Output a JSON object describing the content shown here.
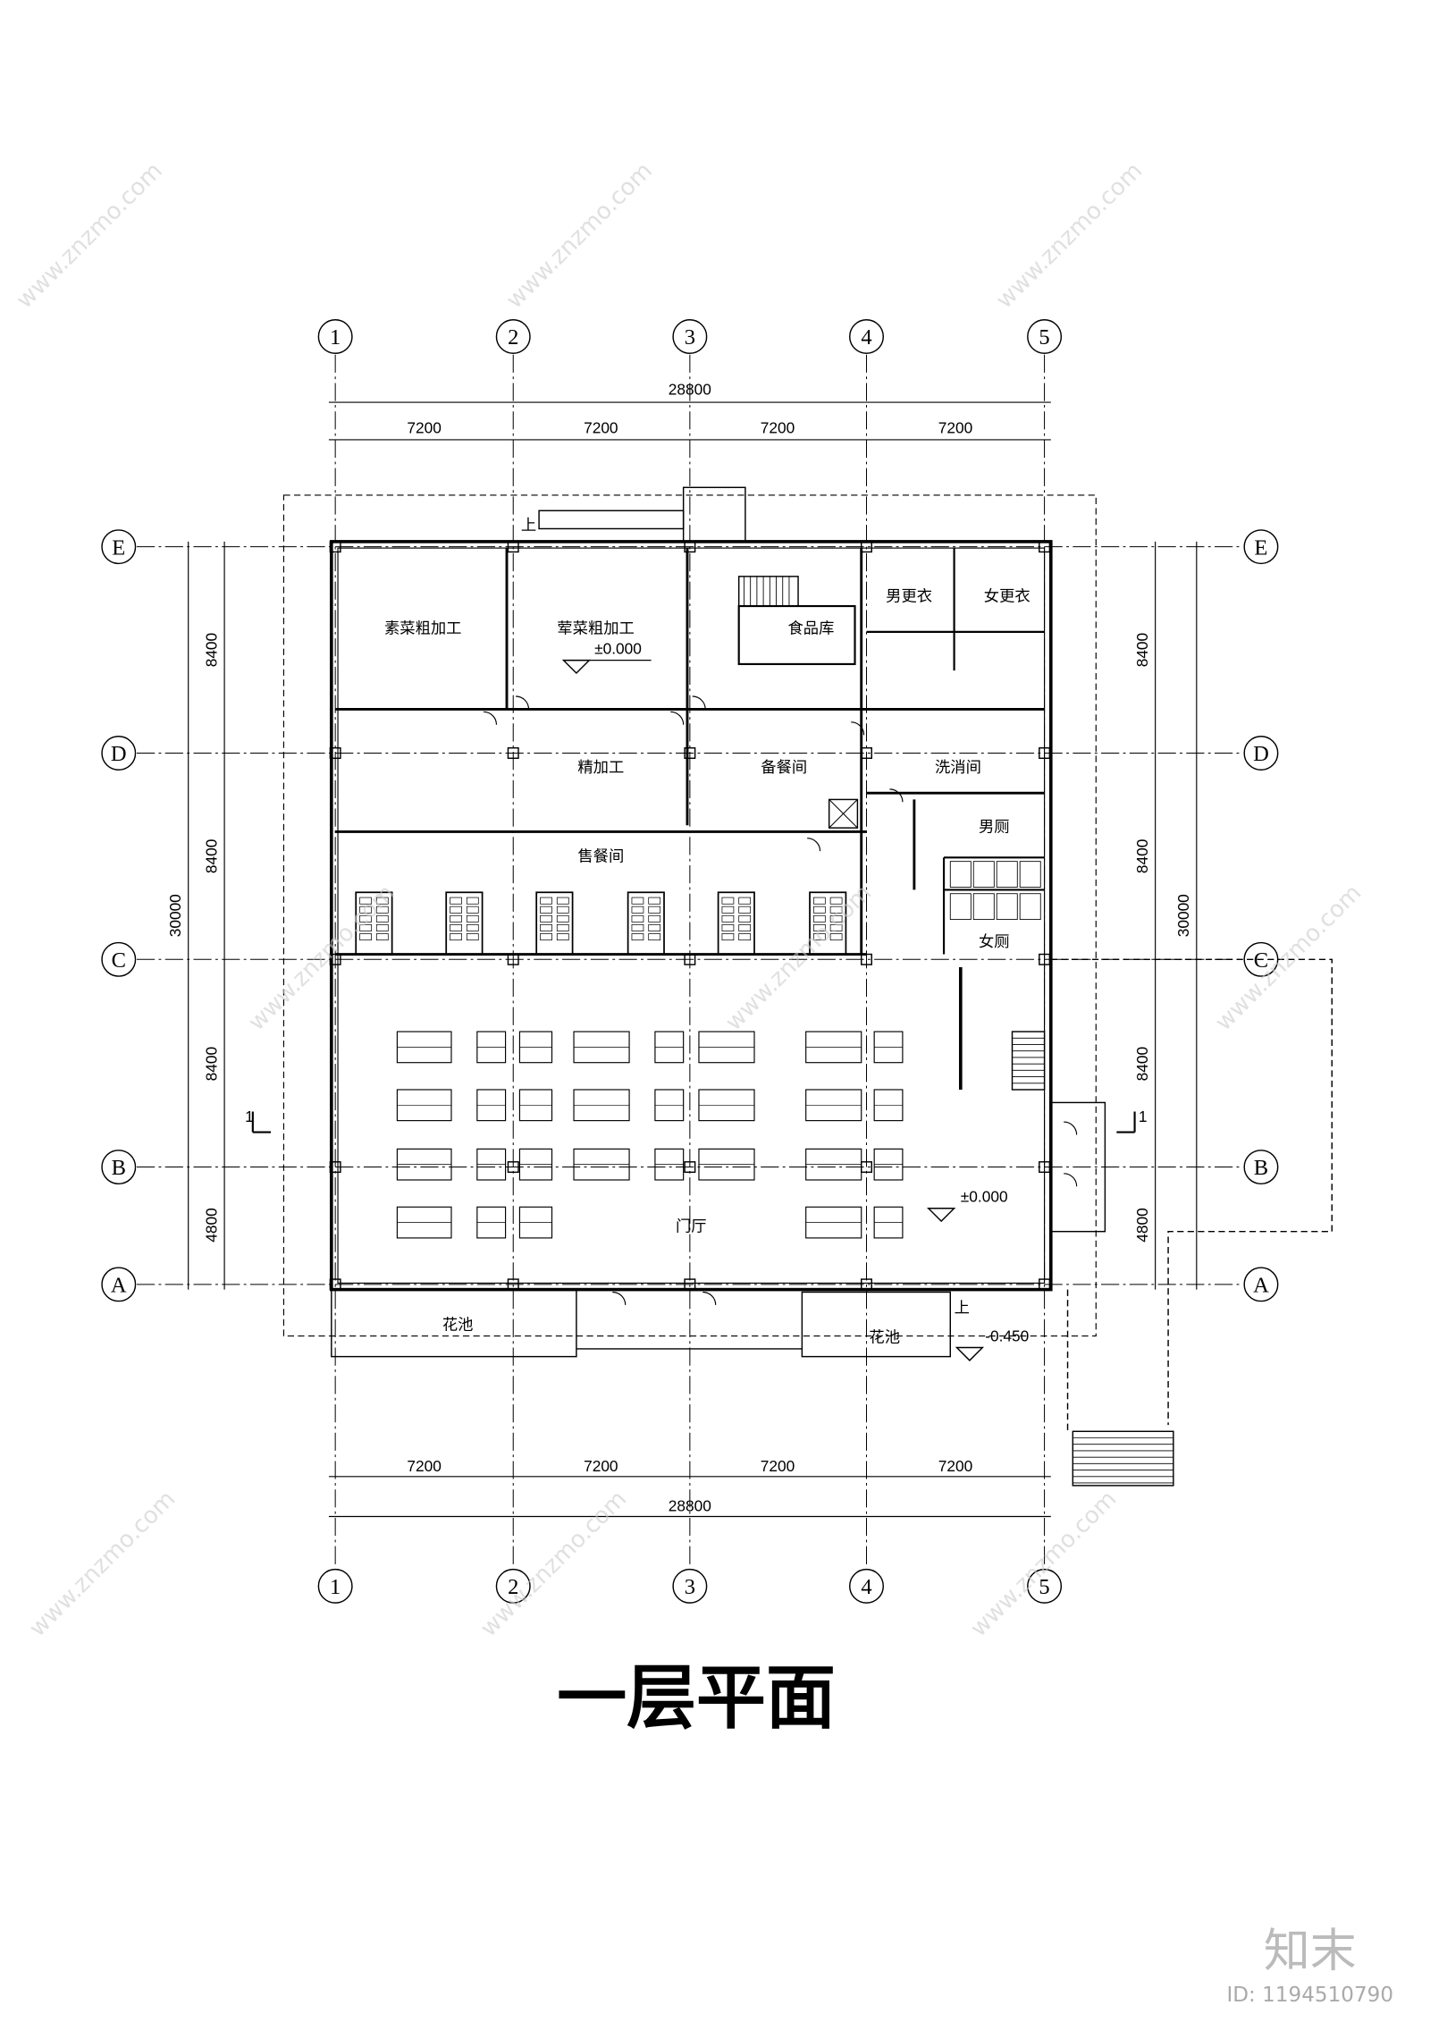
{
  "drawing": {
    "title": "一层平面",
    "axes_vertical": [
      "1",
      "2",
      "3",
      "4",
      "5"
    ],
    "axes_horizontal": [
      "E",
      "D",
      "C",
      "B",
      "A"
    ],
    "dims_x": [
      "7200",
      "7200",
      "7200",
      "7200"
    ],
    "dims_x_total": "28800",
    "dims_y": [
      "8400",
      "8400",
      "8400",
      "4800"
    ],
    "dims_y_total": "30000",
    "section_mark": "1",
    "rooms": {
      "veg_rough": "素菜粗加工",
      "meat_rough": "荤菜粗加工",
      "food_store": "食品库",
      "male_locker": "男更衣",
      "female_locker": "女更衣",
      "fine_process": "精加工",
      "prep": "备餐间",
      "wash": "洗消间",
      "male_wc": "男厕",
      "female_wc": "女厕",
      "serving": "售餐间",
      "hall": "门厅",
      "planter_left": "花池",
      "planter_right": "花池"
    },
    "elevations": {
      "kitchen": "±0.000",
      "hall": "±0.000",
      "outdoor": "-0.450"
    },
    "up_label": "上"
  },
  "watermark": {
    "site": "www.znzmo.com",
    "brand": "知末",
    "id": "ID: 1194510790"
  }
}
